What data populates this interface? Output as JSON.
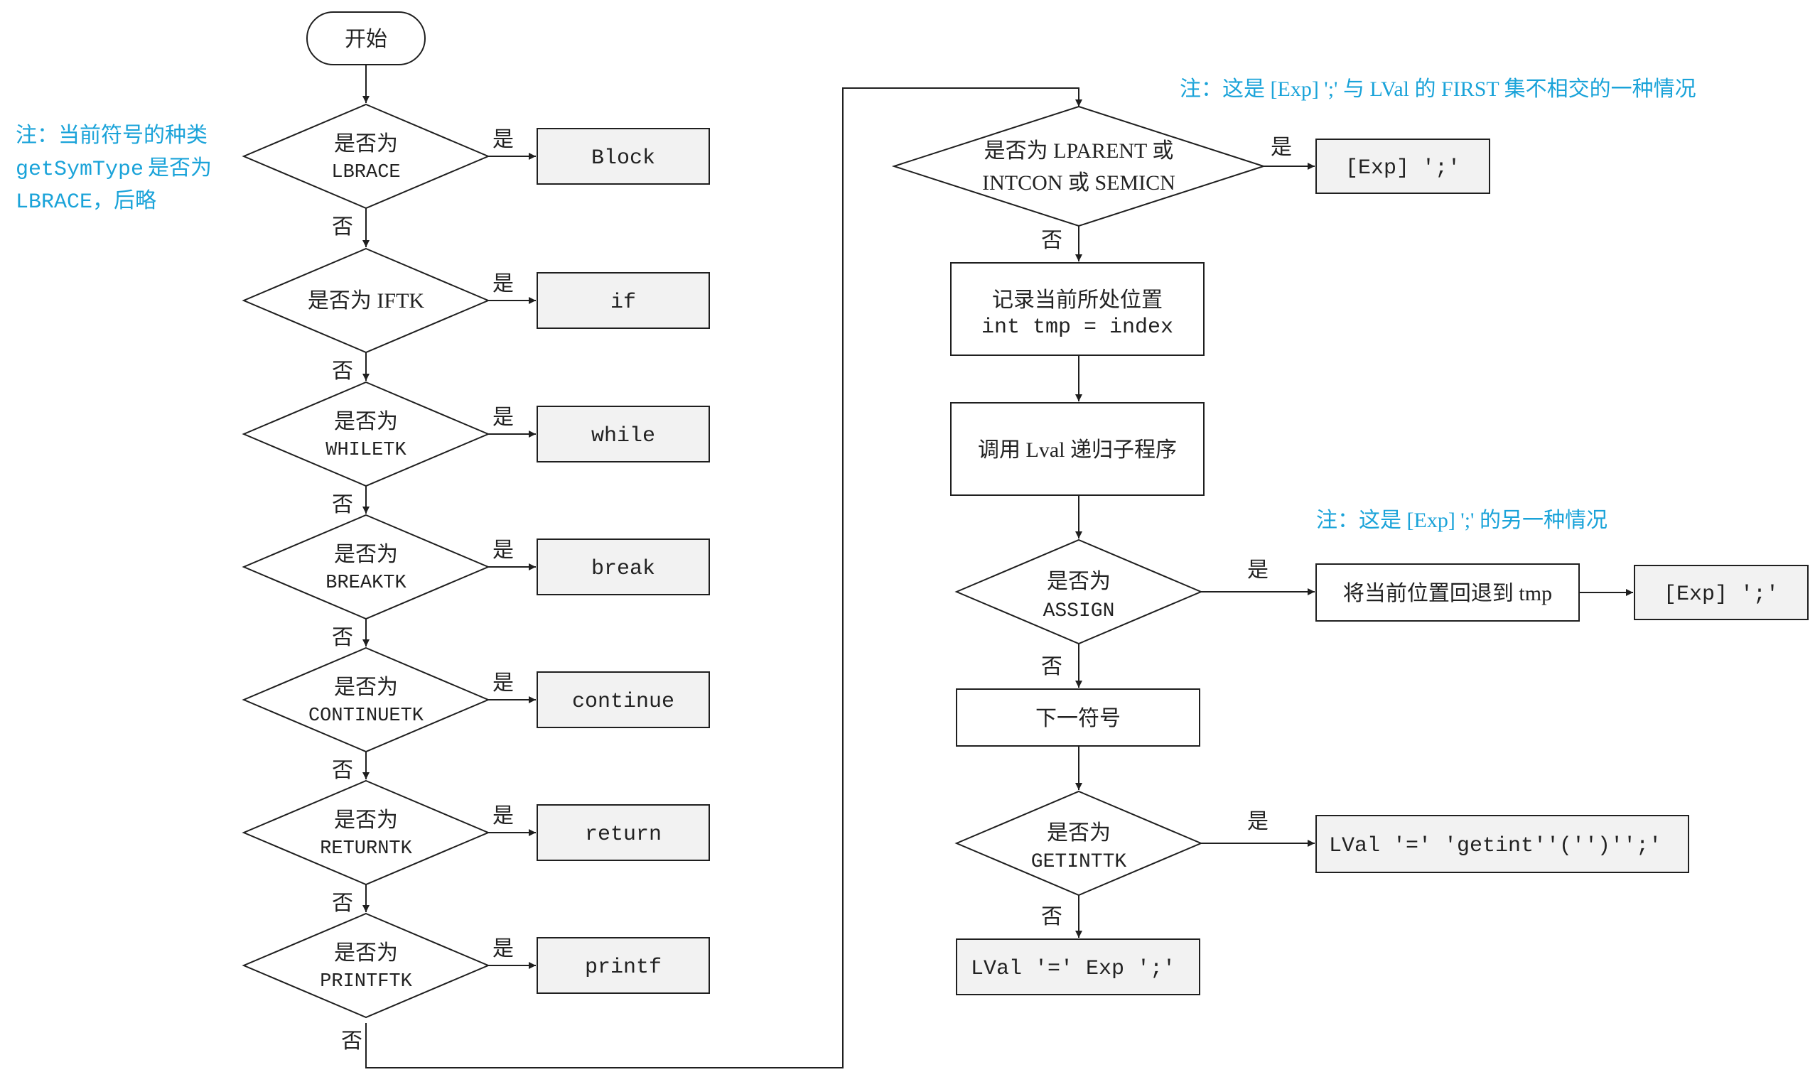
{
  "colors": {
    "stroke": "#1f1f1f",
    "box_fill": "#f2f2f2",
    "note": "#1aa3d9",
    "text": "#222222"
  },
  "yes_label": "是",
  "no_label": "否",
  "start_label": "开始",
  "notes": {
    "left_line1": "注：当前符号的种类",
    "left_line2_code": "getSymType",
    "left_line2_rest": "是否为",
    "left_line3_code": "LBRACE",
    "left_line3_rest": "，后略",
    "right_top": "注：这是 [Exp] ';' 与 LVal 的 FIRST 集不相交的一种情况",
    "right_mid": "注：这是 [Exp] ';' 的另一种情况"
  },
  "left_checks": [
    {
      "line1": "是否为",
      "line2": "LBRACE",
      "result": "Block"
    },
    {
      "line1": "是否为 IFTK",
      "line2": "",
      "result": "if"
    },
    {
      "line1": "是否为",
      "line2": "WHILETK",
      "result": "while"
    },
    {
      "line1": "是否为",
      "line2": "BREAKTK",
      "result": "break"
    },
    {
      "line1": "是否为",
      "line2": "CONTINUETK",
      "result": "continue"
    },
    {
      "line1": "是否为",
      "line2": "RETURNTK",
      "result": "return"
    },
    {
      "line1": "是否为",
      "line2": "PRINTFTK",
      "result": "printf"
    }
  ],
  "right": {
    "check1_line1": "是否为 LPARENT 或",
    "check1_line2": "INTCON 或 SEMICN",
    "check1_result": "[Exp] ';'",
    "record_line1": "记录当前所处位置",
    "record_line2": "int tmp = index",
    "call_lval": "调用 Lval 递归子程序",
    "check2_line1": "是否为",
    "check2_line2": "ASSIGN",
    "rollback": "将当前位置回退到 tmp",
    "check2_result": "[Exp] ';'",
    "next_symbol": "下一符号",
    "check3_line1": "是否为",
    "check3_line2": "GETINTTK",
    "check3_result": "LVal '=' 'getint''('')'';'",
    "final_box": "LVal '=' Exp ';'"
  }
}
